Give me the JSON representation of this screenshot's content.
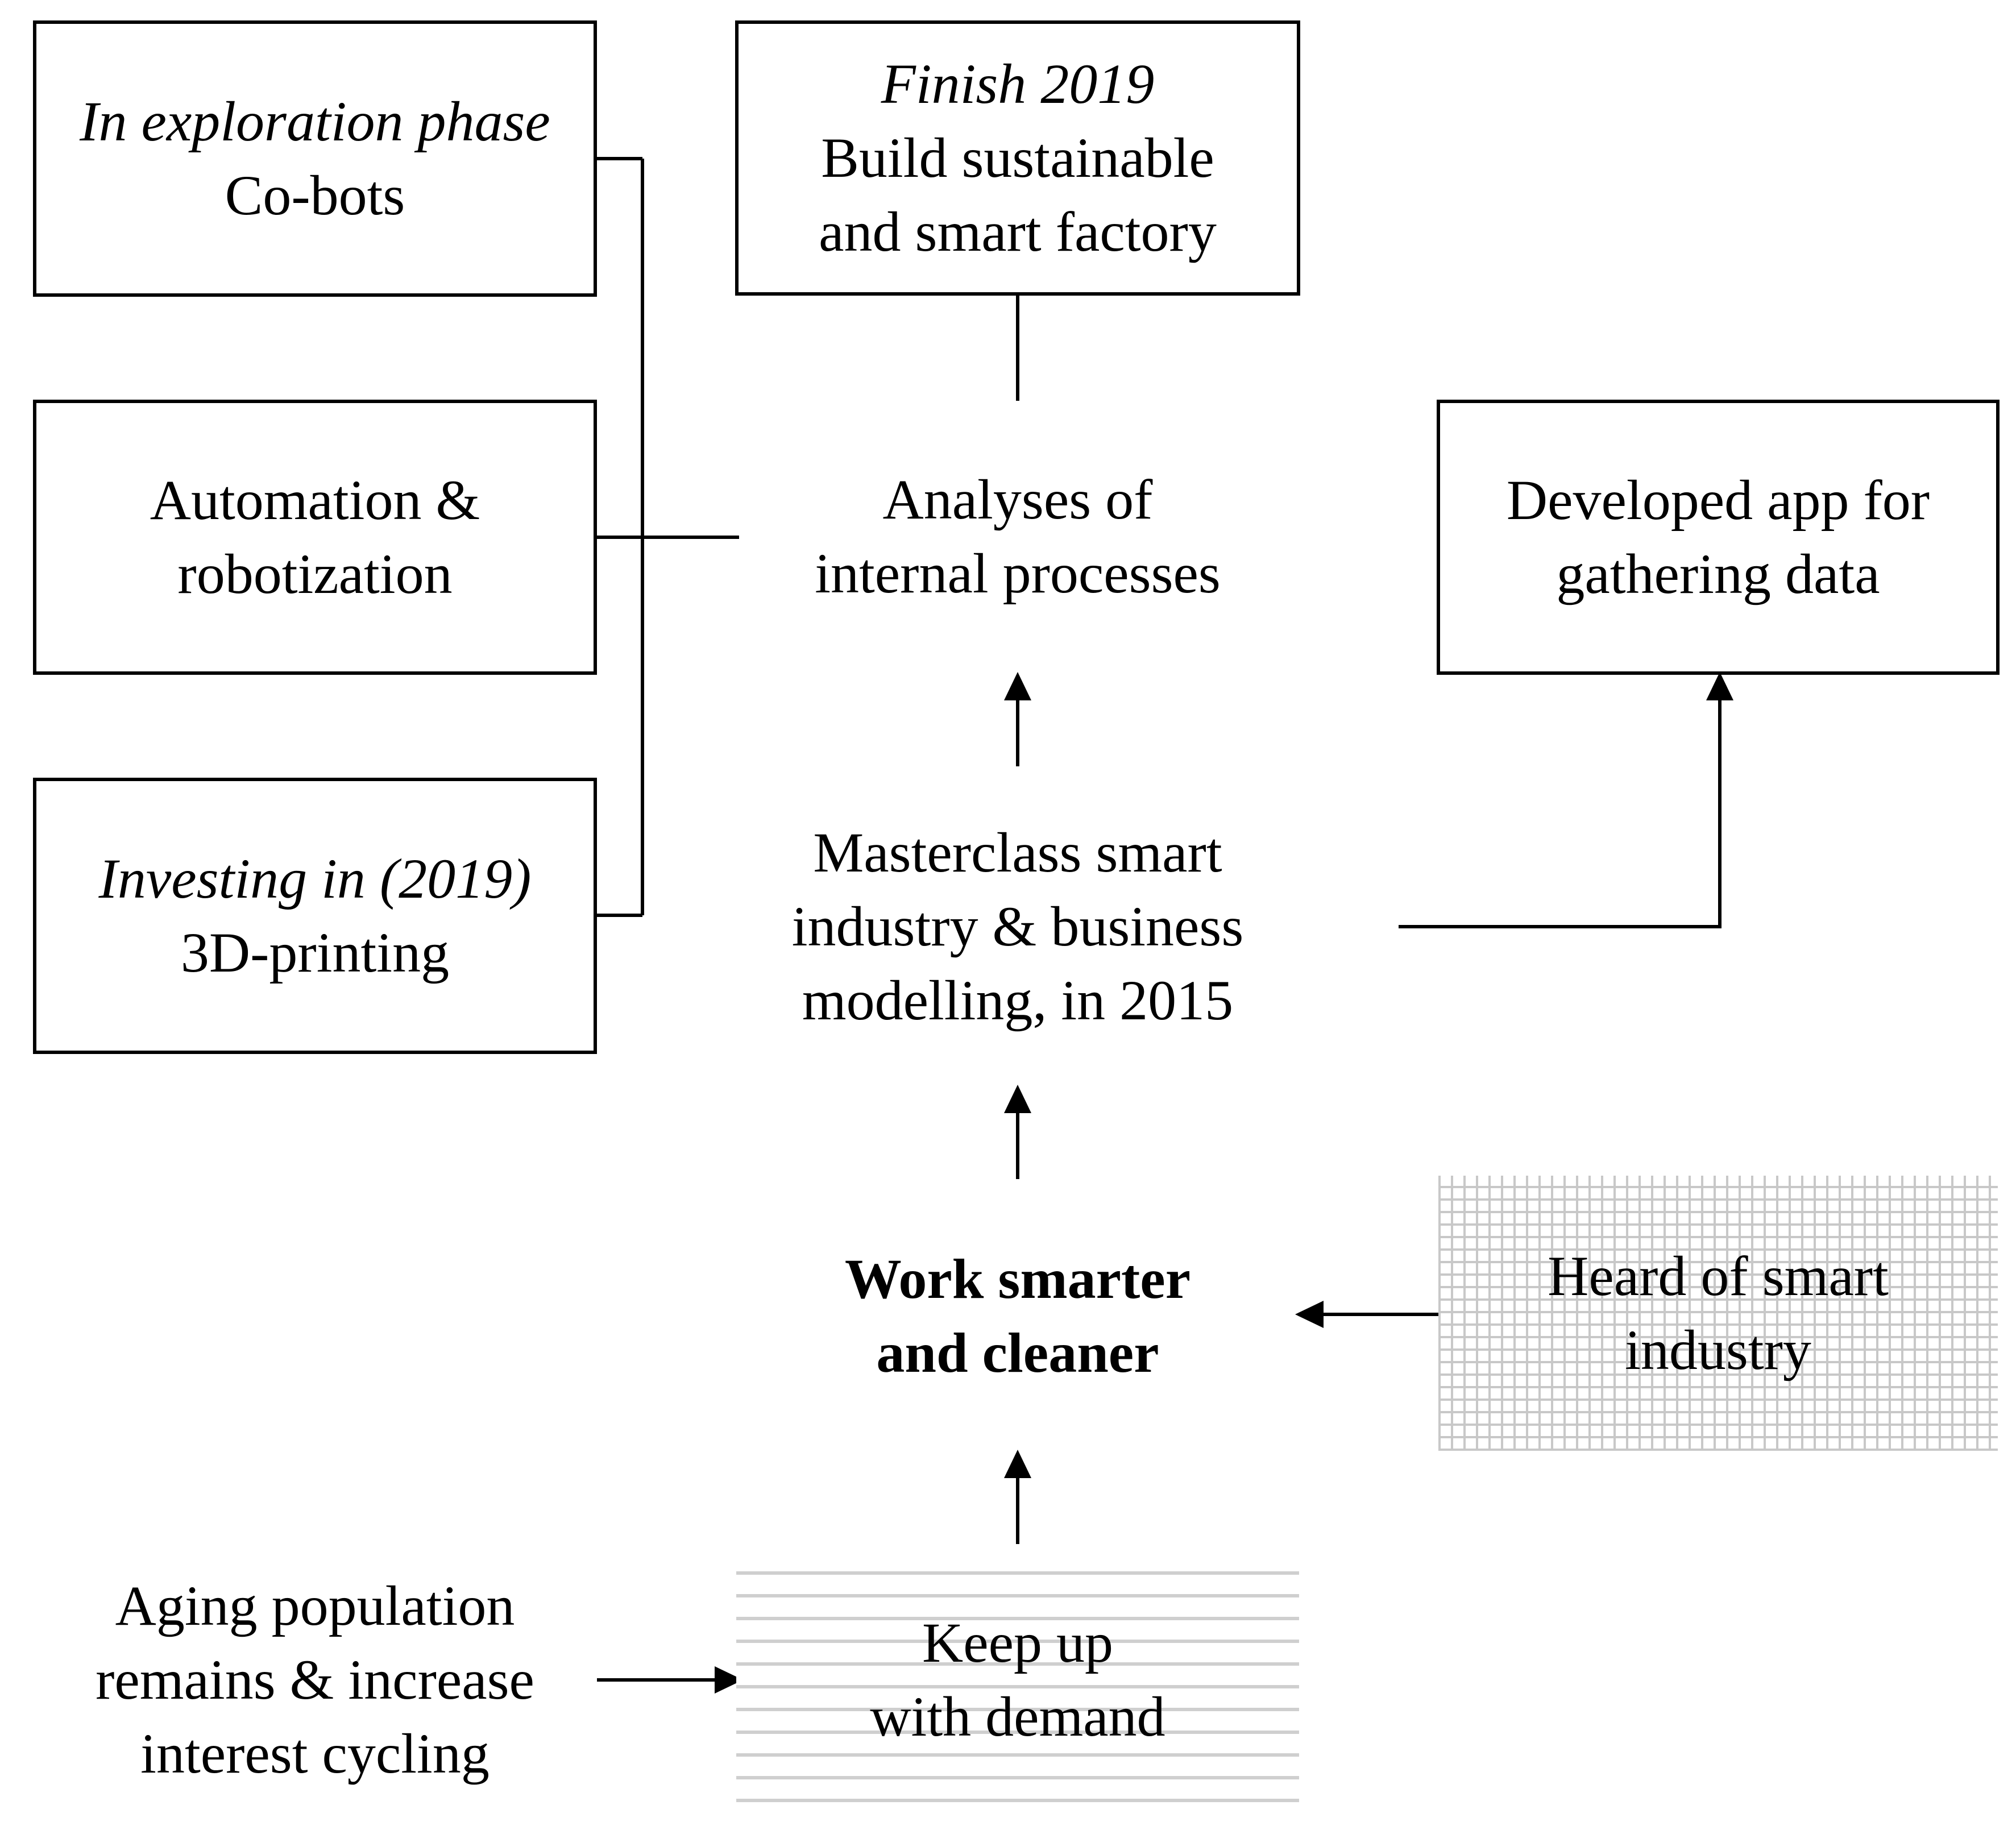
{
  "nodes": {
    "cobots": {
      "status": "In exploration phase",
      "label": "Co-bots"
    },
    "automation": {
      "lines": [
        "Automation &",
        "robotization"
      ]
    },
    "printing": {
      "status": "Investing in (2019)",
      "label": "3D-printing"
    },
    "factory": {
      "status": "Finish 2019",
      "lines": [
        "Build sustainable",
        "and smart factory"
      ]
    },
    "analyses": {
      "lines": [
        "Analyses of",
        "internal processes"
      ]
    },
    "app": {
      "lines": [
        "Developed app for",
        "gathering data"
      ]
    },
    "masterclass": {
      "lines": [
        "Masterclass smart",
        "industry & business",
        "modelling, in 2015"
      ]
    },
    "work": {
      "lines": [
        "Work smarter",
        "and cleaner"
      ]
    },
    "heard": {
      "lines": [
        "Heard of smart",
        "industry"
      ]
    },
    "aging": {
      "lines": [
        "Aging population",
        "remains & increase",
        "interest cycling"
      ]
    },
    "keepup": {
      "lines": [
        "Keep up",
        "with demand"
      ]
    }
  },
  "edges": [
    {
      "from": "masterclass",
      "to": "analyses",
      "type": "arrow"
    },
    {
      "from": "work",
      "to": "masterclass",
      "type": "arrow"
    },
    {
      "from": "keepup",
      "to": "work",
      "type": "arrow"
    },
    {
      "from": "heard",
      "to": "work",
      "type": "arrow"
    },
    {
      "from": "aging",
      "to": "keepup",
      "type": "arrow"
    },
    {
      "from": "masterclass",
      "to": "app",
      "type": "arrow"
    },
    {
      "from": "analyses",
      "to": "factory",
      "type": "line"
    },
    {
      "from": "analyses",
      "to": "cobots",
      "type": "line"
    },
    {
      "from": "analyses",
      "to": "automation",
      "type": "line"
    },
    {
      "from": "analyses",
      "to": "printing",
      "type": "line"
    }
  ],
  "colors": {
    "stroke": "#000000",
    "grid_hatch": "#c8c8c8",
    "line_hatch": "#cfcfcf"
  }
}
